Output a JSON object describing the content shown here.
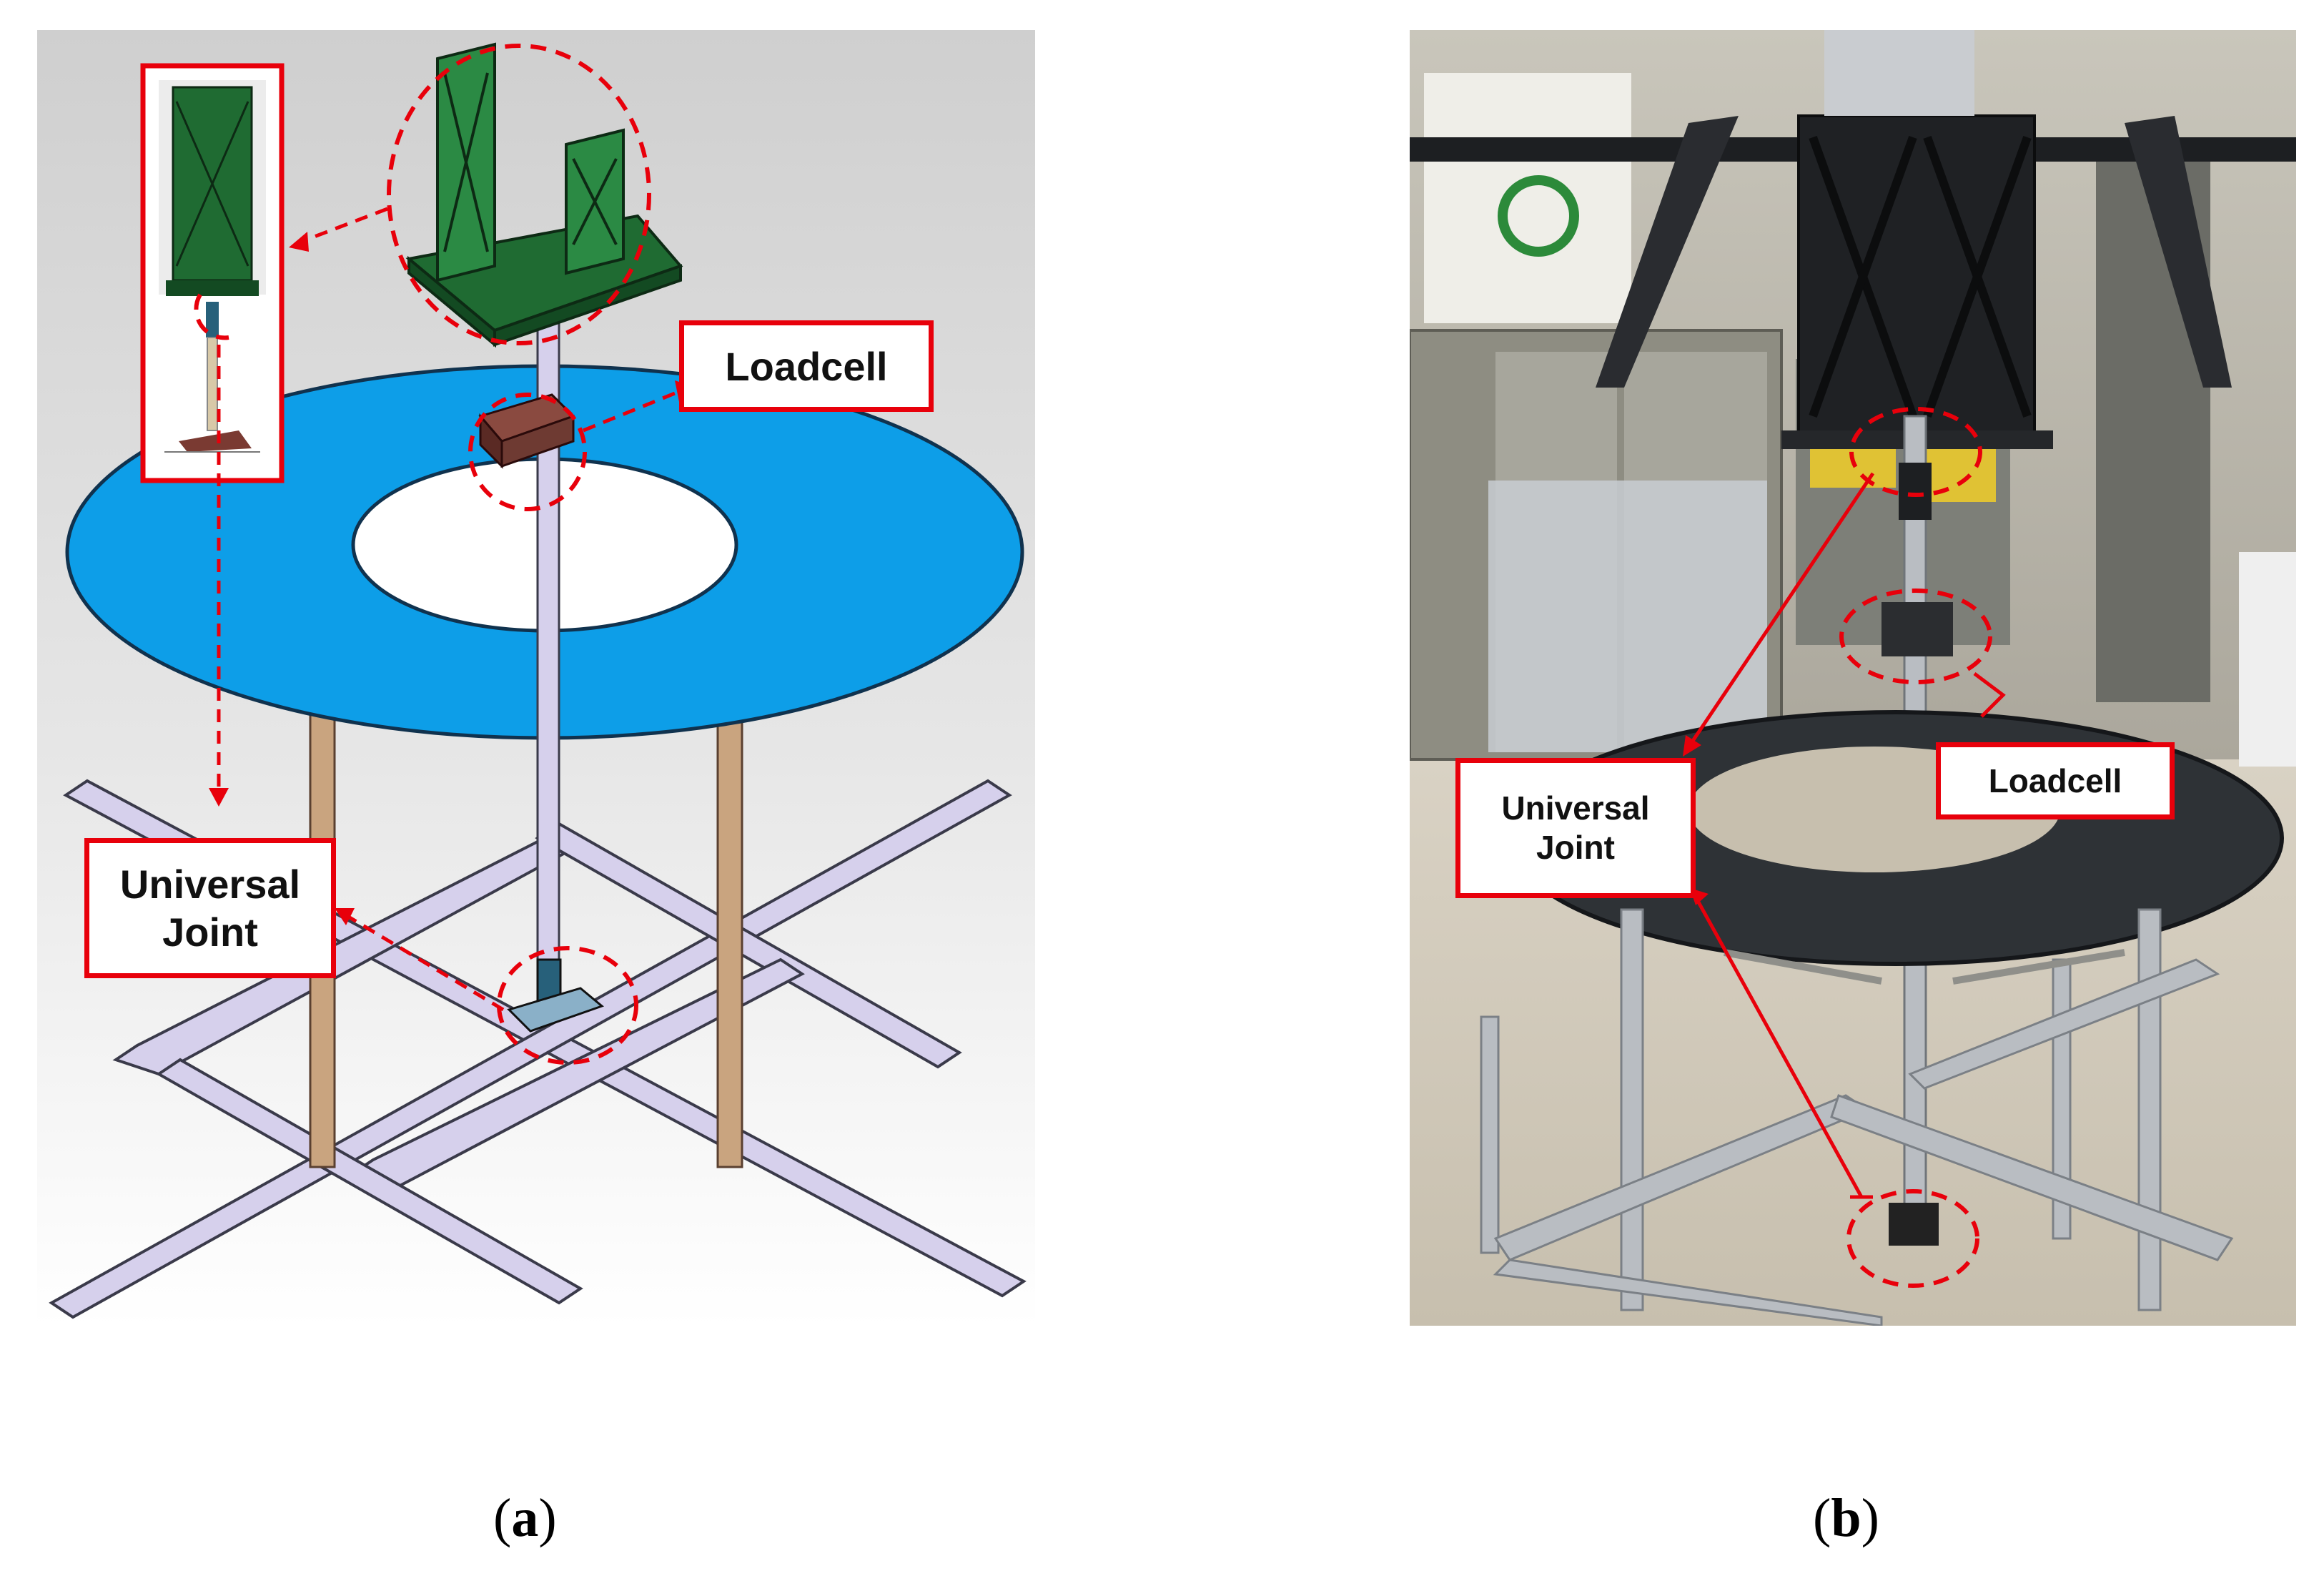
{
  "panels": {
    "a": {
      "labels": {
        "loadcell": "Loadcell",
        "universal_joint_line1": "Universal",
        "universal_joint_line2": "Joint"
      },
      "caption_letter": "a"
    },
    "b": {
      "labels": {
        "loadcell": "Loadcell",
        "universal_joint_line1": "Universal",
        "universal_joint_line2": "Joint"
      },
      "caption_letter": "b"
    }
  },
  "colors": {
    "callout_red": "#e8000b",
    "disk_blue": "#0d9ee8",
    "frame_green": "#1f6b32",
    "frame_lavender": "#d6d0ec",
    "post_tan": "#c9a47f",
    "dark_disk": "#2e3236",
    "aluminum": "#b9bdc2"
  }
}
